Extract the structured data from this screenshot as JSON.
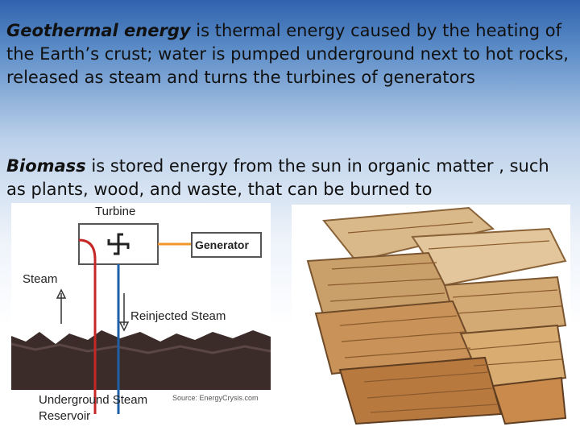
{
  "paragraph1": {
    "term": "Geothermal energy",
    "text": " is thermal energy caused by the heating of the Earth’s crust; water is pumped underground next to hot rocks, released as steam and turns the turbines of generators"
  },
  "paragraph2": {
    "term": "Biomass",
    "text": " is stored energy from the sun in organic matter , such as plants, wood, and waste, that can be burned to"
  },
  "diagram": {
    "turbine": "Turbine",
    "generator": "Generator",
    "steam": "Steam",
    "reinjected": "Reinjected Steam",
    "reservoir_line1": "Underground Steam",
    "reservoir_line2": "Reservoir",
    "source": "Source: EnergyCrysis.com"
  },
  "colors": {
    "steam_pipe": "#c62828",
    "reinjected_pipe": "#1e5fa8",
    "generator_line": "#f0962a",
    "rock": "#3b2c2a"
  },
  "images": {
    "firewood": "firewood-pile-photo"
  }
}
